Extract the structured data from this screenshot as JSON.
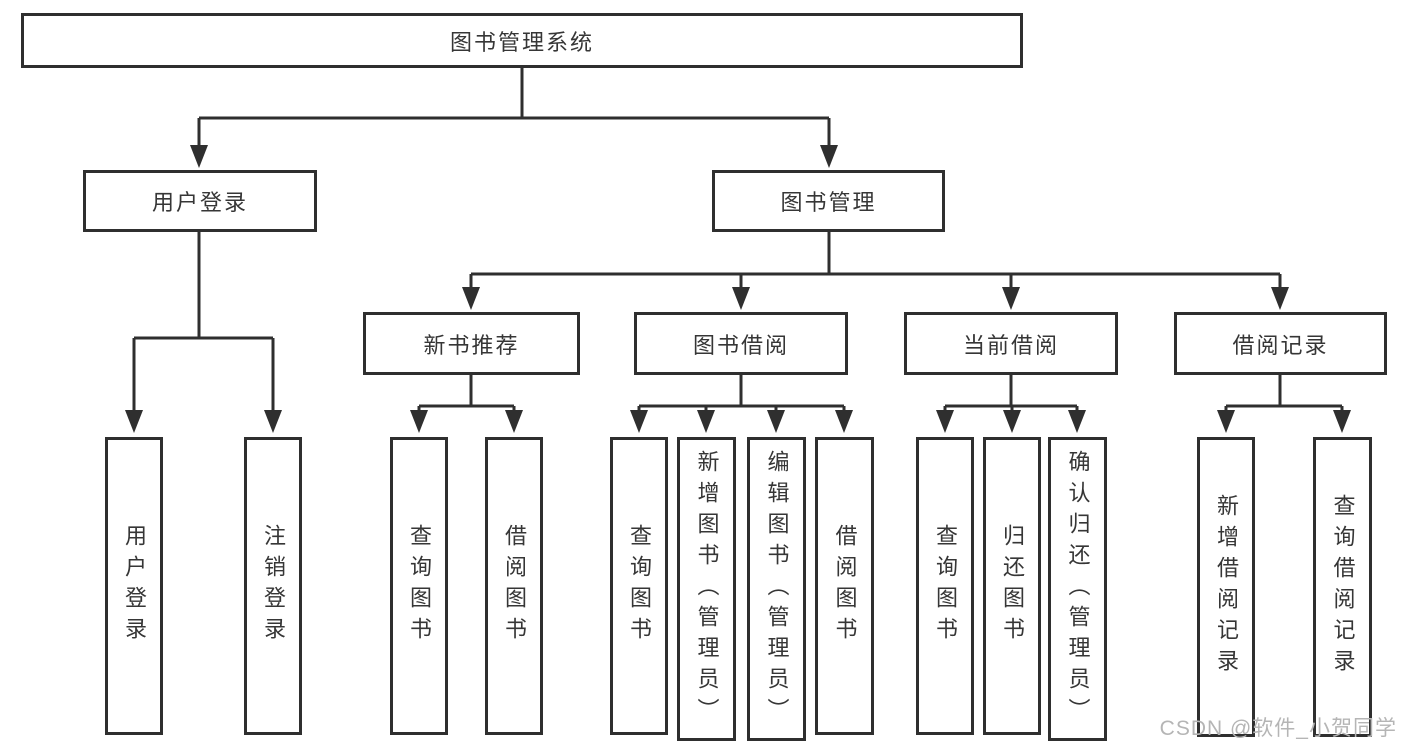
{
  "diagram": {
    "root": "图书管理系统",
    "branches": [
      {
        "label": "用户登录",
        "children": [
          "用户登录",
          "注销登录"
        ]
      },
      {
        "label": "图书管理",
        "sections": [
          {
            "label": "新书推荐",
            "children": [
              "查询图书",
              "借阅图书"
            ]
          },
          {
            "label": "图书借阅",
            "children": [
              "查询图书",
              "新增图书（管理员）",
              "编辑图书（管理员）",
              "借阅图书"
            ]
          },
          {
            "label": "当前借阅",
            "children": [
              "查询图书",
              "归还图书",
              "确认归还（管理员）"
            ]
          },
          {
            "label": "借阅记录",
            "children": [
              "新增借阅记录",
              "查询借阅记录"
            ]
          }
        ]
      }
    ],
    "colors": {
      "line": "#2f2f2f",
      "text": "#363636",
      "box_background": "#ffffff",
      "watermark": "#b5b5b5"
    }
  },
  "watermark": {
    "text": "CSDN @软件_小贺同学"
  }
}
